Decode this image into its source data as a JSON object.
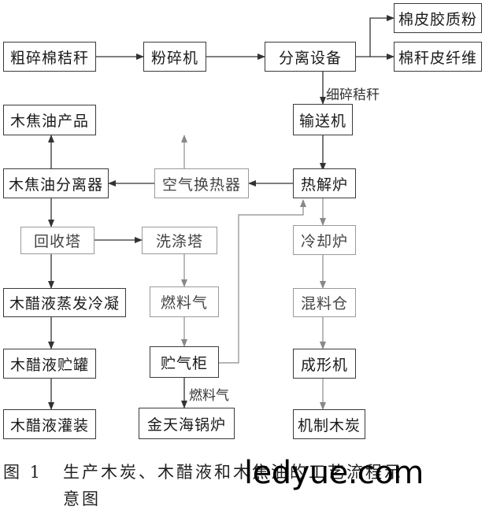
{
  "nodes": {
    "mianpi": "棉皮胶质粉",
    "cucui": "粗碎棉秸秆",
    "fensui": "粉碎机",
    "fenli": "分离设备",
    "miangan": "棉秆皮纤维",
    "mujiao_prod": "木焦油产品",
    "shusong": "输送机",
    "kongqi": "空气换热器",
    "rejie": "热解炉",
    "mujiao_sep": "木焦油分离器",
    "huishou": "回收塔",
    "xidi": "洗涤塔",
    "lengque": "冷却炉",
    "zhengfa": "木醋液蒸发冷凝",
    "ranliao": "燃料气",
    "hunliao": "混料仓",
    "zhuguan": "木醋液贮罐",
    "zhuqi": "贮气柜",
    "chengxing": "成形机",
    "guanzhuang": "木醋液灌装",
    "guolu": "金天海锅炉",
    "jizhi": "机制木炭"
  },
  "edge_labels": {
    "xisui": "细碎秸秆",
    "ranliaoqi": "燃料气"
  },
  "caption": {
    "number": "图 1",
    "line1": "生产木炭、木醋液和木焦油的工艺流程示",
    "line2": "意图"
  },
  "watermark": "ledyue.com"
}
